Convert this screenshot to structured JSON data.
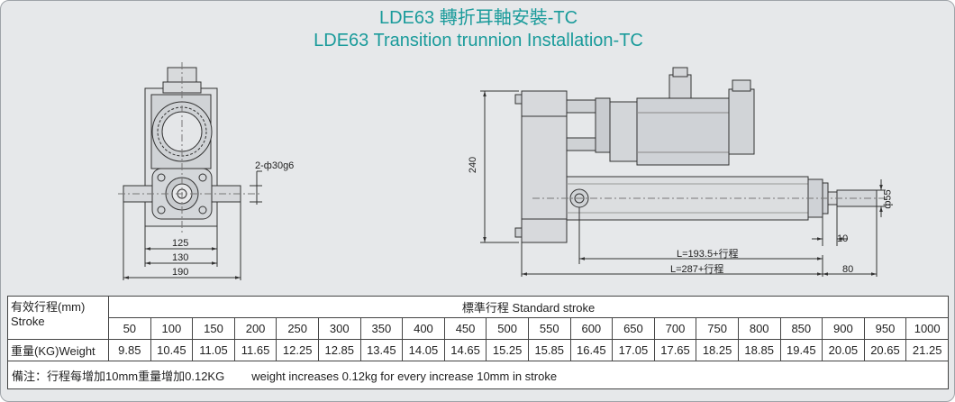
{
  "title_cn": "LDE63 轉折耳軸安裝-TC",
  "title_en": "LDE63 Transition  trunnion Installation-TC",
  "drawing": {
    "left_view": {
      "pin_label": "2-ф30g6",
      "dim_125": "125",
      "dim_130": "130",
      "dim_190": "190"
    },
    "right_view": {
      "dim_240": "240",
      "dim_55": "ф55",
      "dim_10": "10",
      "dim_80": "80",
      "dim_L1": "L=193.5+行程",
      "dim_L2": "L=287+行程"
    }
  },
  "table": {
    "header_cn": "有效行程(mm)",
    "header_en": "Stroke",
    "standard_stroke": "標準行程   Standard stroke",
    "weight_label": "重量(KG)Weight",
    "strokes": [
      "50",
      "100",
      "150",
      "200",
      "250",
      "300",
      "350",
      "400",
      "450",
      "500",
      "550",
      "600",
      "650",
      "700",
      "750",
      "800",
      "850",
      "900",
      "950",
      "1000"
    ],
    "weights": [
      "9.85",
      "10.45",
      "11.05",
      "11.65",
      "12.25",
      "12.85",
      "13.45",
      "14.05",
      "14.65",
      "15.25",
      "15.85",
      "16.45",
      "17.05",
      "17.65",
      "18.25",
      "18.85",
      "19.45",
      "20.05",
      "20.65",
      "21.25"
    ],
    "note_cn": "備注：行程每增加10mm重量增加0.12KG",
    "note_en": "weight increases 0.12kg for every increase 10mm in stroke"
  }
}
